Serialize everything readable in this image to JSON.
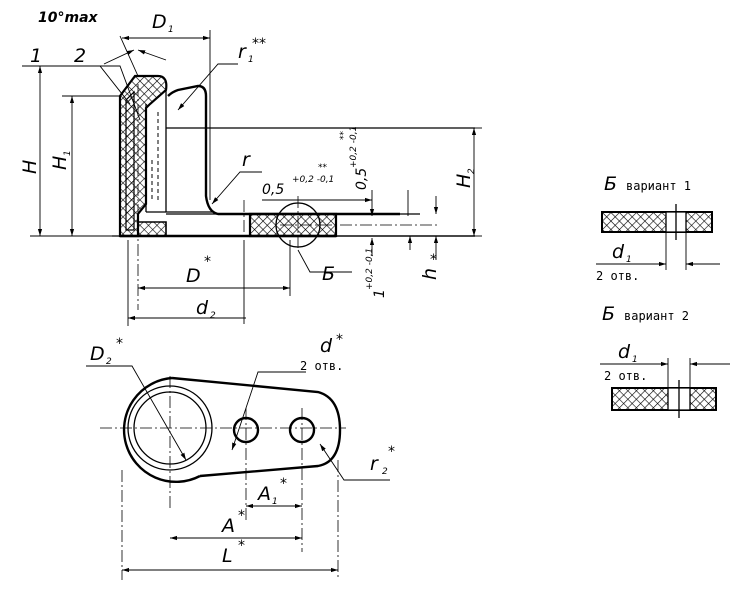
{
  "drawing": {
    "labels": {
      "angle_max": "10°max",
      "D1": "D",
      "D1_sub": "1",
      "r1": "r",
      "r1_sub": "1",
      "r1_mark": "**",
      "callout_1": "1",
      "callout_2": "2",
      "H": "H",
      "H1": "H",
      "H1_sub": "1",
      "H2": "H",
      "H2_sub": "2",
      "r": "r",
      "offset_a": "0,5",
      "offset_a_tol": "+0,2 -0,1",
      "offset_b": "0,5",
      "offset_b_tol": "+0,2 -0,1",
      "tol_mark": "**",
      "thickness": "1",
      "thickness_tol": "+0,2 -0,1",
      "h": "h",
      "D": "D",
      "d2": "d",
      "d2_sub": "2",
      "star": "*",
      "detail_ref": "Б",
      "D2": "D",
      "D2_sub": "2",
      "d": "d",
      "holes": "2 отв.",
      "r2": "r",
      "r2_sub": "2",
      "A1": "A",
      "A1_sub": "1",
      "A": "A",
      "L": "L"
    },
    "variants": [
      {
        "letter": "Б",
        "caption": "вариант 1",
        "dim": "d",
        "dim_sub": "1",
        "holes": "2 отв."
      },
      {
        "letter": "Б",
        "caption": "вариант 2",
        "dim": "d",
        "dim_sub": "1",
        "holes": "2 отв."
      }
    ]
  }
}
